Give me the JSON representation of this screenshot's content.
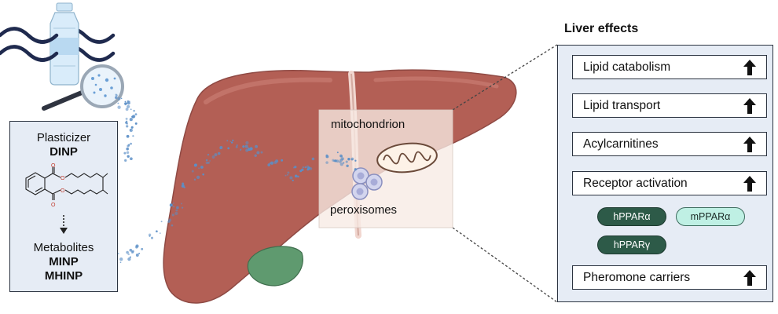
{
  "plasticizer_box": {
    "title": "Plasticizer",
    "compound": "DINP",
    "arrow_icon": "dotted-down-arrow-icon",
    "metabolites_label": "Metabolites",
    "metabolite_1": "MINP",
    "metabolite_2": "MHINP"
  },
  "liver_overlay": {
    "mitochondrion_label": "mitochondrion",
    "peroxisomes_label": "peroxisomes"
  },
  "liver_effects": {
    "title": "Liver effects",
    "items": [
      {
        "label": "Lipid catabolism",
        "direction": "up"
      },
      {
        "label": "Lipid transport",
        "direction": "up"
      },
      {
        "label": "Acylcarnitines",
        "direction": "up"
      },
      {
        "label": "Receptor activation",
        "direction": "up"
      },
      {
        "label": "Pheromone carriers",
        "direction": "up"
      }
    ],
    "receptors": [
      {
        "label": "hPPARα",
        "style": "dark"
      },
      {
        "label": "mPPARα",
        "style": "light"
      },
      {
        "label": "hPPARγ",
        "style": "dark"
      }
    ]
  },
  "colors": {
    "liver": "#b35f55",
    "liver_dark": "#8f4a44",
    "gallbladder": "#5f9a6f",
    "panel_bg": "#e6ecf5",
    "wave": "#1f2a4e",
    "particle": "#5b8fc7",
    "receptor_dark": "#2d5a48",
    "receptor_light": "#bff0e4"
  }
}
